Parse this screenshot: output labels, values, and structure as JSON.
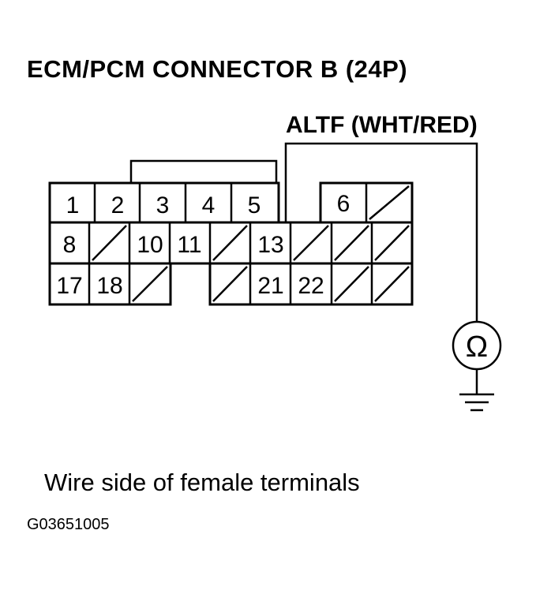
{
  "title": "ECM/PCM CONNECTOR B (24P)",
  "wire_label": "ALTF (WHT/RED)",
  "caption": "Wire side of female terminals",
  "figure_code": "G03651005",
  "meter_symbol": "Ω",
  "terminals": {
    "t1": "1",
    "t2": "2",
    "t3": "3",
    "t4": "4",
    "t5": "5",
    "t6": "6",
    "t8": "8",
    "t10": "10",
    "t11": "11",
    "t13": "13",
    "t17": "17",
    "t18": "18",
    "t21": "21",
    "t22": "22"
  }
}
